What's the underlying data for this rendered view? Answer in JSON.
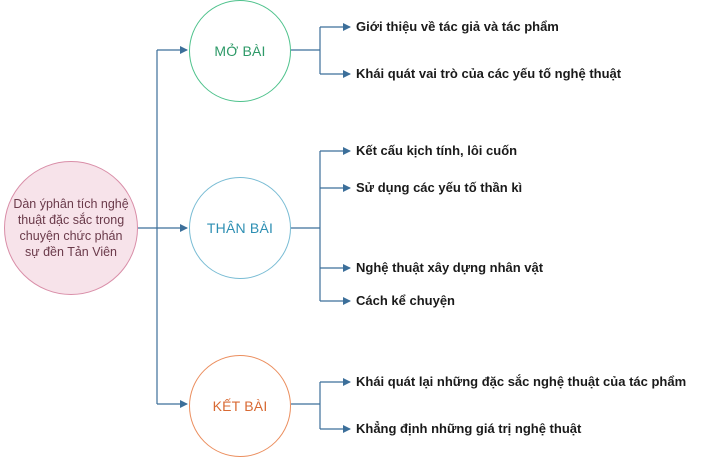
{
  "root": {
    "label": "Dàn ýphân tích nghệ thuật đặc sắc trong chuyện chức phán sự đền Tản Viên"
  },
  "sections": [
    {
      "label": "MỞ BÀI",
      "items": [
        "Giới thiệu về tác giả và tác phẩm",
        "Khái quát vai trò của các yếu tố nghệ thuật"
      ]
    },
    {
      "label": "THÂN BÀI",
      "items": [
        "Kết cấu kịch tính, lôi cuốn",
        "Sử dụng các yếu tố thần kì",
        "Nghệ thuật xây dựng nhân vật",
        "Cách kể chuyện"
      ]
    },
    {
      "label": "KẾT BÀI",
      "items": [
        "Khái quát lại những đặc sắc nghệ thuật của tác phẩm",
        "Khẳng định những giá trị nghệ thuật"
      ]
    }
  ],
  "colors": {
    "connector": "#3c6f9a",
    "root_fill": "#f7e3ea",
    "root_border": "#d98ea8",
    "mo_bai": "#2e9a68",
    "than_bai": "#2d8fb3",
    "ket_bai": "#d86a34"
  }
}
